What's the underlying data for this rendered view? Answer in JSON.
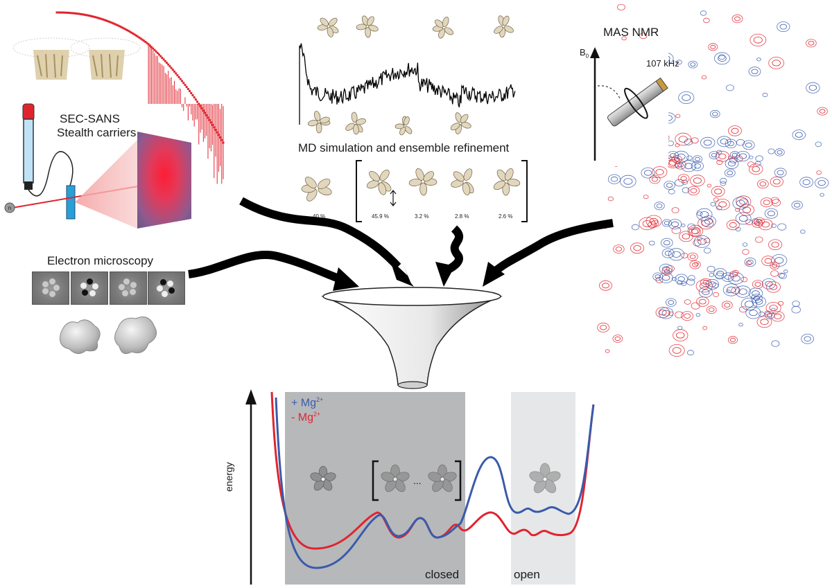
{
  "sans": {
    "title_line1": "SEC-SANS",
    "title_line2": "Stealth carriers",
    "neutron_symbol": "n"
  },
  "em": {
    "title": "Electron microscopy"
  },
  "md": {
    "title": "MD simulation and ensemble refinement",
    "populations": [
      "40 %",
      "45.9 %",
      "3.2 %",
      "2.8 %",
      "2.6 %"
    ]
  },
  "nmr": {
    "title": "MAS NMR",
    "field_label": "B",
    "field_subscript": "0",
    "spin_rate": "107 kHz"
  },
  "landscape": {
    "legend": [
      {
        "sign": "+",
        "label": "Mg",
        "superscript": "2+",
        "color": "#3a5bab"
      },
      {
        "sign": "-",
        "label": "Mg",
        "superscript": "2+",
        "color": "#e0242e"
      }
    ],
    "y_axis_label": "energy",
    "closed_label": "closed",
    "open_label": "open",
    "ellipsis": "..."
  },
  "colors": {
    "red": "#e0242e",
    "blue": "#3a5bab",
    "closed_region": "#b7b8ba",
    "open_region": "#e6e7e8"
  }
}
